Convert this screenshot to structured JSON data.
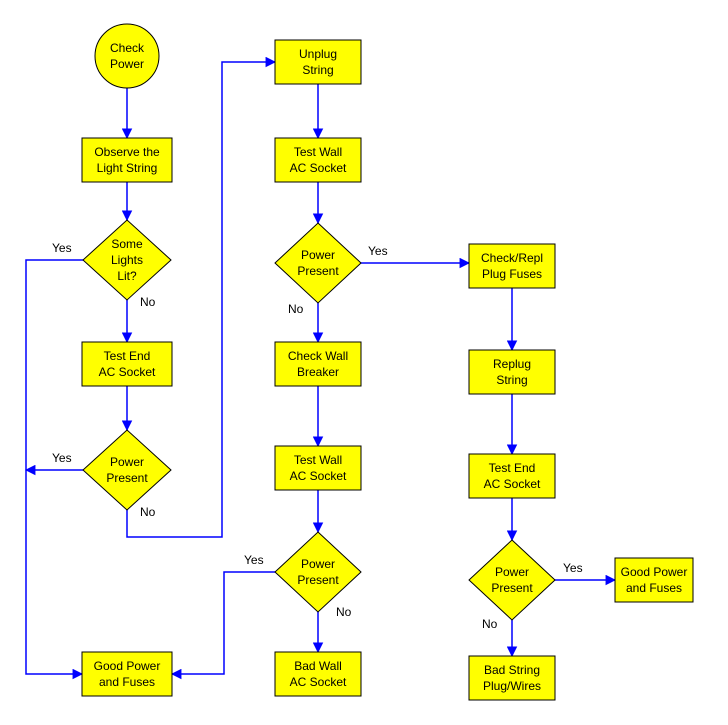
{
  "colors": {
    "node_fill": "#ffff00",
    "node_stroke": "#000000",
    "arrow": "#0000ff",
    "background": "#ffffff"
  },
  "nodes": [
    {
      "id": "check-power",
      "shape": "circle",
      "lines": [
        "Check",
        "Power"
      ]
    },
    {
      "id": "observe-light-string",
      "shape": "rect",
      "lines": [
        "Observe the",
        "Light String"
      ]
    },
    {
      "id": "some-lights-lit",
      "shape": "diamond",
      "lines": [
        "Some",
        "Lights",
        "Lit?"
      ]
    },
    {
      "id": "test-end-ac-socket-1",
      "shape": "rect",
      "lines": [
        "Test End",
        "AC Socket"
      ]
    },
    {
      "id": "power-present-1",
      "shape": "diamond",
      "lines": [
        "Power",
        "Present"
      ]
    },
    {
      "id": "good-power-fuses-1",
      "shape": "rect",
      "lines": [
        "Good Power",
        "and Fuses"
      ]
    },
    {
      "id": "unplug-string",
      "shape": "rect",
      "lines": [
        "Unplug",
        "String"
      ]
    },
    {
      "id": "test-wall-ac-socket-1",
      "shape": "rect",
      "lines": [
        "Test Wall",
        "AC Socket"
      ]
    },
    {
      "id": "power-present-2",
      "shape": "diamond",
      "lines": [
        "Power",
        "Present"
      ]
    },
    {
      "id": "check-wall-breaker",
      "shape": "rect",
      "lines": [
        "Check Wall",
        "Breaker"
      ]
    },
    {
      "id": "test-wall-ac-socket-2",
      "shape": "rect",
      "lines": [
        "Test Wall",
        "AC Socket"
      ]
    },
    {
      "id": "power-present-3",
      "shape": "diamond",
      "lines": [
        "Power",
        "Present"
      ]
    },
    {
      "id": "bad-wall-ac-socket",
      "shape": "rect",
      "lines": [
        "Bad Wall",
        "AC Socket"
      ]
    },
    {
      "id": "check-repl-plug-fuses",
      "shape": "rect",
      "lines": [
        "Check/Repl",
        "Plug Fuses"
      ]
    },
    {
      "id": "replug-string",
      "shape": "rect",
      "lines": [
        "Replug",
        "String"
      ]
    },
    {
      "id": "test-end-ac-socket-2",
      "shape": "rect",
      "lines": [
        "Test End",
        "AC Socket"
      ]
    },
    {
      "id": "power-present-4",
      "shape": "diamond",
      "lines": [
        "Power",
        "Present"
      ]
    },
    {
      "id": "good-power-fuses-2",
      "shape": "rect",
      "lines": [
        "Good Power",
        "and Fuses"
      ]
    },
    {
      "id": "bad-string-plug-wires",
      "shape": "rect",
      "lines": [
        "Bad String",
        "Plug/Wires"
      ]
    }
  ],
  "edges": [
    {
      "id": "e1",
      "from": "check-power",
      "to": "observe-light-string",
      "label": ""
    },
    {
      "id": "e2",
      "from": "observe-light-string",
      "to": "some-lights-lit",
      "label": ""
    },
    {
      "id": "e3",
      "from": "some-lights-lit",
      "to": "good-power-fuses-1",
      "label": "Yes"
    },
    {
      "id": "e4",
      "from": "some-lights-lit",
      "to": "test-end-ac-socket-1",
      "label": "No"
    },
    {
      "id": "e5",
      "from": "test-end-ac-socket-1",
      "to": "power-present-1",
      "label": ""
    },
    {
      "id": "e6",
      "from": "power-present-1",
      "to": "good-power-fuses-1",
      "label": "Yes"
    },
    {
      "id": "e7",
      "from": "power-present-1",
      "to": "unplug-string",
      "label": "No"
    },
    {
      "id": "e8",
      "from": "unplug-string",
      "to": "test-wall-ac-socket-1",
      "label": ""
    },
    {
      "id": "e9",
      "from": "test-wall-ac-socket-1",
      "to": "power-present-2",
      "label": ""
    },
    {
      "id": "e10",
      "from": "power-present-2",
      "to": "check-repl-plug-fuses",
      "label": "Yes"
    },
    {
      "id": "e11",
      "from": "power-present-2",
      "to": "check-wall-breaker",
      "label": "No"
    },
    {
      "id": "e12",
      "from": "check-wall-breaker",
      "to": "test-wall-ac-socket-2",
      "label": ""
    },
    {
      "id": "e13",
      "from": "test-wall-ac-socket-2",
      "to": "power-present-3",
      "label": ""
    },
    {
      "id": "e14",
      "from": "power-present-3",
      "to": "good-power-fuses-1",
      "label": "Yes"
    },
    {
      "id": "e15",
      "from": "power-present-3",
      "to": "bad-wall-ac-socket",
      "label": "No"
    },
    {
      "id": "e16",
      "from": "check-repl-plug-fuses",
      "to": "replug-string",
      "label": ""
    },
    {
      "id": "e17",
      "from": "replug-string",
      "to": "test-end-ac-socket-2",
      "label": ""
    },
    {
      "id": "e18",
      "from": "test-end-ac-socket-2",
      "to": "power-present-4",
      "label": ""
    },
    {
      "id": "e19",
      "from": "power-present-4",
      "to": "good-power-fuses-2",
      "label": "Yes"
    },
    {
      "id": "e20",
      "from": "power-present-4",
      "to": "bad-string-plug-wires",
      "label": "No"
    }
  ]
}
